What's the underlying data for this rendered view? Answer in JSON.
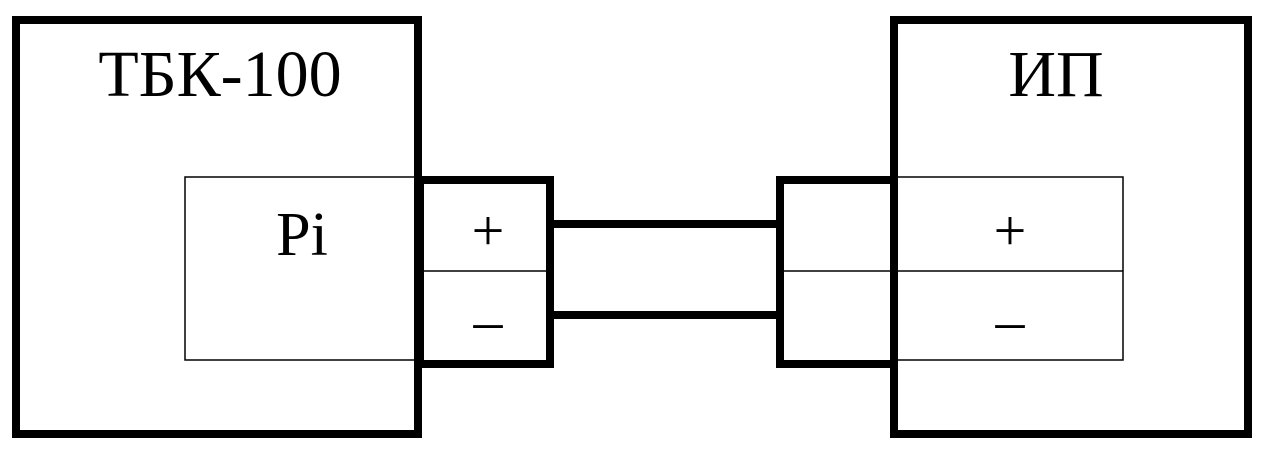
{
  "device_left": {
    "title": "ТБК-100",
    "terminal_label": "Pi",
    "plus": "+",
    "minus": "–"
  },
  "device_right": {
    "title": "ИП",
    "plus": "+",
    "minus": "–"
  },
  "colors": {
    "line": "#000000",
    "background": "#ffffff"
  }
}
